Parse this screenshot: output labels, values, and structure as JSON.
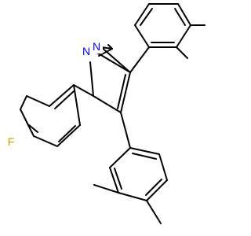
{
  "molecule": {
    "atoms": [
      {
        "id": "N1",
        "label": "N",
        "color": "#0000ff"
      },
      {
        "id": "N2",
        "label": "N",
        "color": "#0000ff"
      },
      {
        "id": "F",
        "label": "F",
        "color": "#c8a000"
      }
    ],
    "bond_color": "#000000"
  }
}
